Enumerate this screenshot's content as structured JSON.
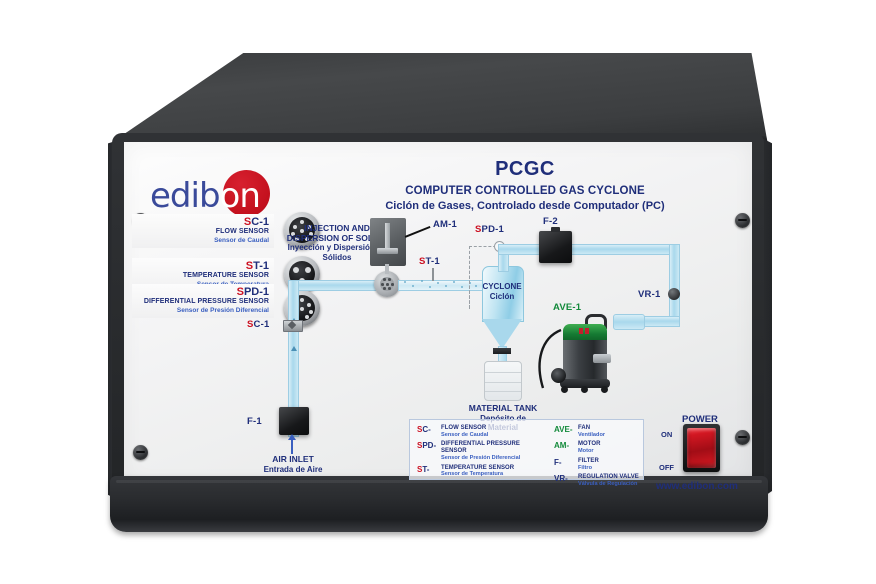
{
  "product": {
    "code": "PCGC",
    "title_en": "COMPUTER CONTROLLED GAS CYCLONE",
    "title_es": "Ciclón de Gases, Controlado desde Computador (PC)",
    "brand": "edibon",
    "brand_part1": "edib",
    "brand_part2": "on",
    "website": "www.edibon.com"
  },
  "connectors": [
    {
      "code_prefix": "S",
      "code_rest": "C-1",
      "name_en": "FLOW SENSOR",
      "name_es": "Sensor de Caudal",
      "pins": 8
    },
    {
      "code_prefix": "S",
      "code_rest": "T-1",
      "name_en": "TEMPERATURE SENSOR",
      "name_es": "Sensor de Temperatura",
      "pins": 3
    },
    {
      "code_prefix": "S",
      "code_rest": "PD-1",
      "name_en": "DIFFERENTIAL PRESSURE SENSOR",
      "name_es": "Sensor de Presión Diferencial",
      "pins": 8
    }
  ],
  "diagram": {
    "injection_label_en": "INJECTION AND DISPERSION OF SOLIDS",
    "injection_label_es": "Inyección y Dispersión de Sólidos",
    "am1": "AM-1",
    "st1": "ST-1",
    "spd1": "SPD-1",
    "f2": "F-2",
    "vr1": "VR-1",
    "ave1": "AVE-1",
    "cyclone_en": "CYCLONE",
    "cyclone_es": "Ciclón",
    "material_tank_en": "MATERIAL TANK",
    "material_tank_es": "Depósito de Material",
    "sc1": "SC-1",
    "f1": "F-1",
    "air_inlet_en": "AIR INLET",
    "air_inlet_es": "Entrada de Aire"
  },
  "legend": {
    "left": [
      {
        "code": "SC-",
        "code_red": "S",
        "code_rest": "C-",
        "en": "FLOW SENSOR",
        "es": "Sensor de Caudal"
      },
      {
        "code": "SPD-",
        "code_red": "S",
        "code_rest": "PD-",
        "en": "DIFFERENTIAL PRESSURE SENSOR",
        "es": "Sensor de Presión Diferencial"
      },
      {
        "code": "ST-",
        "code_red": "S",
        "code_rest": "T-",
        "en": "TEMPERATURE SENSOR",
        "es": "Sensor de Temperatura"
      }
    ],
    "right": [
      {
        "code": "AVE-",
        "green": true,
        "en": "FAN",
        "es": "Ventilador"
      },
      {
        "code": "AM-",
        "green": true,
        "en": "MOTOR",
        "es": "Motor"
      },
      {
        "code": "F-",
        "green": false,
        "en": "FILTER",
        "es": "Filtro"
      },
      {
        "code": "VR-",
        "green": false,
        "en": "REGULATION VALVE",
        "es": "Válvula de Regulación"
      }
    ]
  },
  "power": {
    "label": "POWER",
    "on": "ON",
    "off": "OFF"
  },
  "colors": {
    "brand_blue": "#1f2e7a",
    "brand_red": "#cc1122",
    "accent_green": "#128a3a",
    "pipe_blue": "#a9d8ec",
    "switch_red": "#d21722"
  }
}
